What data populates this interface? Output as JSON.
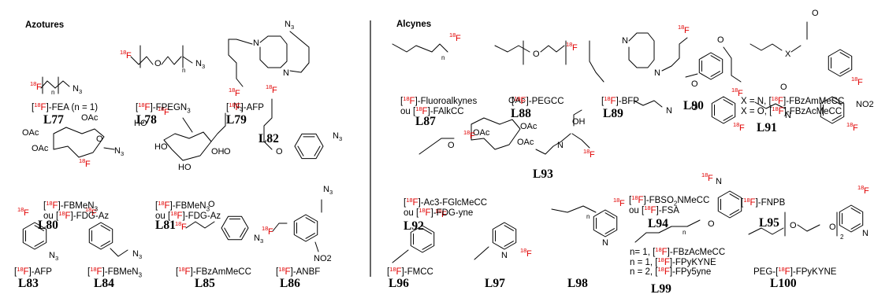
{
  "sections": {
    "left_title": "Azotures",
    "right_title": "Alcynes"
  },
  "colors": {
    "fluorine": "#e00000",
    "bond": "#000000"
  },
  "atoms": {
    "fluorine": "F",
    "isotope": "18",
    "azide": "N3",
    "oxygen": "O",
    "nitrogen": "N",
    "ac_oxy": "OAc",
    "hydroxy": "HO",
    "nitro": "NO2",
    "acid": "OH",
    "subscript_n": "n",
    "subscript_2": "2",
    "x_atom": "X"
  },
  "compounds": [
    {
      "id": "L77",
      "name_lines": [
        "[18F]-FEA (n = 1)"
      ]
    },
    {
      "id": "L78",
      "name_lines": [
        "[18F]-FPEGN3"
      ]
    },
    {
      "id": "L79",
      "name_lines": [
        "[18F]-AFP"
      ]
    },
    {
      "id": "L80",
      "name_lines": [
        "[18F]-FBMeN3",
        "ou [18F]-FDG-Az"
      ]
    },
    {
      "id": "L81",
      "name_lines": [
        "[18F]-FBMeN3",
        "ou [18F]-FDG-Az"
      ]
    },
    {
      "id": "L82",
      "name_lines": []
    },
    {
      "id": "L83",
      "name_lines": [
        "[18F]-AFP"
      ]
    },
    {
      "id": "L84",
      "name_lines": [
        "[18F]-FBMeN3"
      ]
    },
    {
      "id": "L85",
      "name_lines": [
        "[18F]-FBzAmMeCC"
      ]
    },
    {
      "id": "L86",
      "name_lines": [
        "[18F]-ANBF"
      ]
    },
    {
      "id": "L87",
      "name_lines": [
        "[18F]-Fluoroalkynes",
        "ou [18F]-FAlkCC"
      ]
    },
    {
      "id": "L88",
      "name_lines": [
        "[18F]-PEGCC"
      ]
    },
    {
      "id": "L89",
      "name_lines": [
        "[18F]-BFP"
      ]
    },
    {
      "id": "L90",
      "name_lines": []
    },
    {
      "id": "L91",
      "name_lines": [
        "X = N, [18F]-FBzAmMeCC",
        "X = O, [18F]-FBzAcMeCC"
      ]
    },
    {
      "id": "L92",
      "name_lines": [
        "[18F]-Ac3-FGlcMeCC",
        "ou [18F]-FDG-yne"
      ]
    },
    {
      "id": "L93",
      "name_lines": []
    },
    {
      "id": "L94",
      "name_lines": [
        "[18F]-FBSO2NMeCC",
        "ou [18F]-FSA"
      ]
    },
    {
      "id": "L95",
      "name_lines": [
        "[18F]-FNPB"
      ]
    },
    {
      "id": "L96",
      "name_lines": [
        "[18F]-FMCC"
      ]
    },
    {
      "id": "L97",
      "name_lines": []
    },
    {
      "id": "L98",
      "name_lines": []
    },
    {
      "id": "L99",
      "name_lines": [
        "n= 1, [18F]-FBzAcMeCC",
        "n = 1, [18F]-FPyKYNE",
        "n = 2, [18F]-FPy5yne"
      ]
    },
    {
      "id": "L100",
      "name_lines": [
        "PEG-[18F]-FPyKYNE"
      ]
    }
  ]
}
